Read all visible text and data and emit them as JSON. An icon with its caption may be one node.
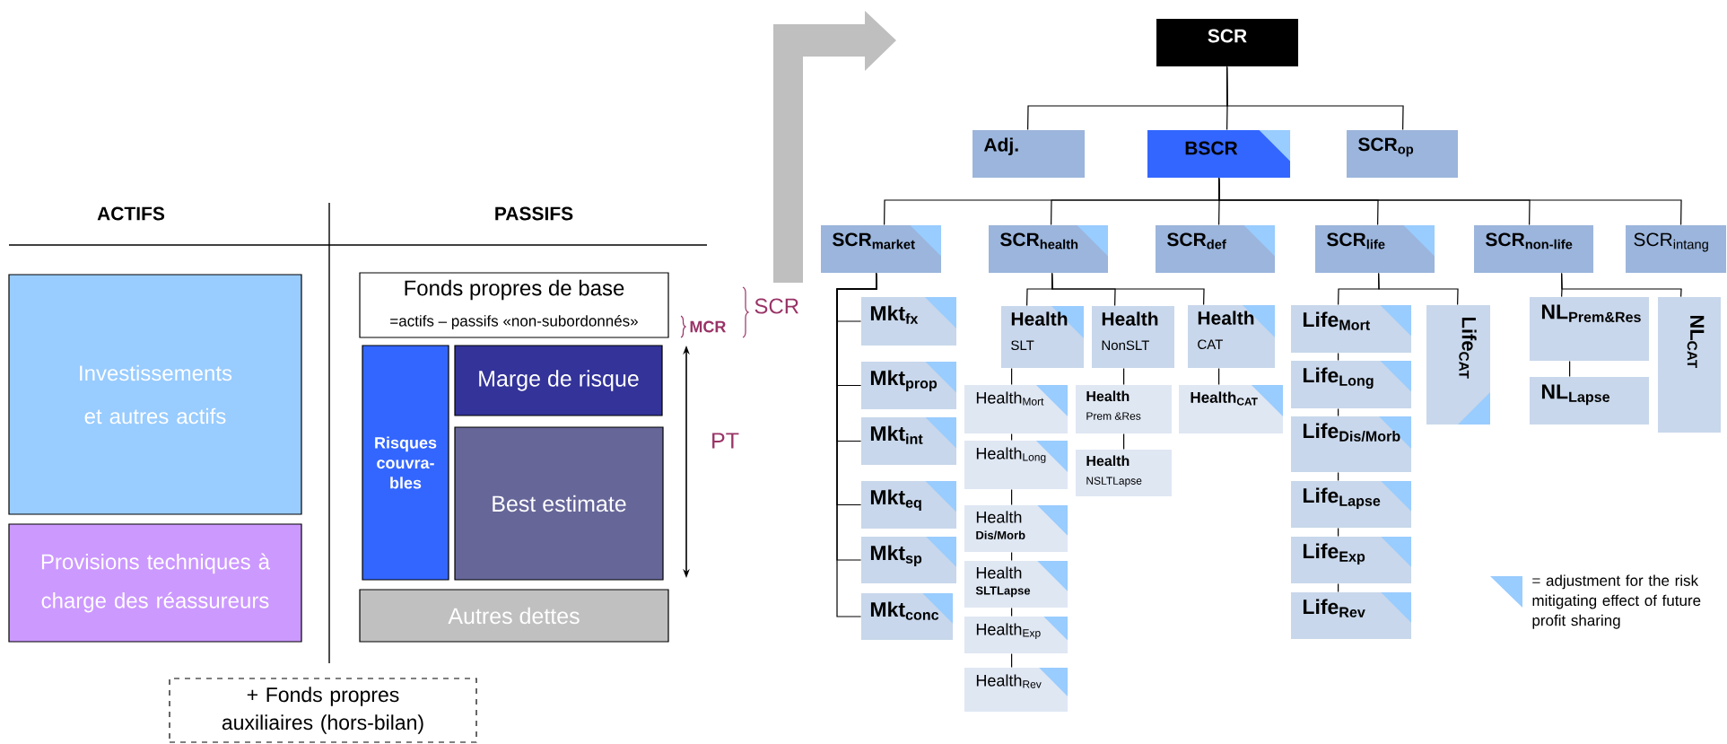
{
  "diagram": {
    "nodes": [
      {
        "text": [
          "Investissements et autres actifs"
        ]
      },
      {
        "text": [
          "Provisions techniques à charge des réassureurs"
        ]
      },
      {
        "text": [
          "Fonds propres de base",
          "=actifs – passifs «non-subordonnés»"
        ]
      },
      {
        "text": [
          "Risques couvra- bles"
        ]
      },
      {
        "text": [
          "Marge de risque"
        ]
      },
      {
        "text": [
          "Best estimate"
        ]
      },
      {
        "text": [
          "Autres dettes"
        ]
      },
      {
        "text": [
          "+ Fonds propres auxiliaires (hors-bilan)"
        ]
      },
      {
        "text": [
          "SCR"
        ]
      },
      {
        "text": [
          "Adj."
        ]
      },
      {
        "text": [
          "BSCR"
        ]
      },
      {
        "text": [
          "SCR$_{op}$"
        ]
      },
      {
        "text": [
          "SCR$_{market}$"
        ]
      },
      {
        "text": [
          "SCR$_{health}$"
        ]
      },
      {
        "text": [
          "SCR$_{def}$"
        ]
      },
      {
        "text": [
          "SCR$_{life}$"
        ]
      },
      {
        "text": [
          "SCR$_{non-life}$"
        ]
      },
      {
        "text": [
          "SCR$_{intang}$"
        ]
      },
      {
        "text": [
          "Mkt$_{fx}$"
        ]
      },
      {
        "text": [
          "Mkt$_{prop}$"
        ]
      },
      {
        "text": [
          "Mkt$_{int}$"
        ]
      },
      {
        "text": [
          "Mkt$_{eq}$"
        ]
      },
      {
        "text": [
          "Mkt$_{sp}$"
        ]
      },
      {
        "text": [
          "Mkt$_{conc}$"
        ]
      },
      {
        "text": [
          "Health",
          "SLT"
        ]
      },
      {
        "text": [
          "Health",
          "NonSLT"
        ]
      },
      {
        "text": [
          "Health",
          "CAT"
        ]
      },
      {
        "text": [
          "Health$_{Mort}$"
        ]
      },
      {
        "text": [
          "Health$_{Long}$"
        ]
      },
      {
        "text": [
          "Health",
          "Dis/Morb"
        ]
      },
      {
        "text": [
          "Health",
          "SLTLapse"
        ]
      },
      {
        "text": [
          "Health$_{Exp}$"
        ]
      },
      {
        "text": [
          "Health$_{Rev}$"
        ]
      },
      {
        "text": [
          "Health",
          "Prem &Res"
        ]
      },
      {
        "text": [
          "Health",
          "NSLTLapse"
        ]
      },
      {
        "text": [
          "Health$_{CAT}$"
        ]
      },
      {
        "text": [
          "Life$_{Mort}$"
        ]
      },
      {
        "text": [
          "Life$_{Long}$"
        ]
      },
      {
        "text": [
          "Life$_{Dis/Morb}$"
        ]
      },
      {
        "text": [
          "Life$_{Lapse}$"
        ]
      },
      {
        "text": [
          "Life$_{Exp}$"
        ]
      },
      {
        "text": [
          "Life$_{Rev}$"
        ]
      },
      {
        "text": [
          "Life$_{CAT}$"
        ]
      },
      {
        "text": [
          "NL$_{Prem&Res}$"
        ]
      },
      {
        "text": [
          "NL$_{Lapse}$"
        ]
      },
      {
        "text": [
          "NL$_{CAT}$"
        ]
      }
    ],
    "edges": [
      {
        "from": 8,
        "to": 9,
        "arrow": "none"
      },
      {
        "from": 8,
        "to": 10,
        "arrow": "none"
      },
      {
        "from": 8,
        "to": 11,
        "arrow": "none"
      },
      {
        "from": 10,
        "to": 12,
        "arrow": "none"
      },
      {
        "from": 10,
        "to": 13,
        "arrow": "none"
      },
      {
        "from": 10,
        "to": 14,
        "arrow": "none"
      },
      {
        "from": 10,
        "to": 15,
        "arrow": "none"
      },
      {
        "from": 10,
        "to": 16,
        "arrow": "none"
      },
      {
        "from": 10,
        "to": 17,
        "arrow": "none"
      },
      {
        "from": 12,
        "to": 18,
        "arrow": "none"
      },
      {
        "from": 12,
        "to": 19,
        "arrow": "none"
      },
      {
        "from": 12,
        "to": 20,
        "arrow": "none"
      },
      {
        "from": 12,
        "to": 21,
        "arrow": "none"
      },
      {
        "from": 12,
        "to": 22,
        "arrow": "none"
      },
      {
        "from": 12,
        "to": 23,
        "arrow": "none"
      },
      {
        "from": 13,
        "to": 24,
        "arrow": "none"
      },
      {
        "from": 13,
        "to": 25,
        "arrow": "none"
      },
      {
        "from": 13,
        "to": 26,
        "arrow": "none"
      },
      {
        "from": 24,
        "to": 27,
        "arrow": "none"
      },
      {
        "from": 27,
        "to": 28,
        "arrow": "none"
      },
      {
        "from": 28,
        "to": 29,
        "arrow": "none"
      },
      {
        "from": 29,
        "to": 30,
        "arrow": "none"
      },
      {
        "from": 30,
        "to": 31,
        "arrow": "none"
      },
      {
        "from": 31,
        "to": 32,
        "arrow": "none"
      },
      {
        "from": 25,
        "to": 33,
        "arrow": "none"
      },
      {
        "from": 33,
        "to": 34,
        "arrow": "none"
      },
      {
        "from": 26,
        "to": 35,
        "arrow": "none"
      },
      {
        "from": 15,
        "to": 36,
        "arrow": "none"
      },
      {
        "from": 36,
        "to": 37,
        "arrow": "none"
      },
      {
        "from": 37,
        "to": 38,
        "arrow": "none"
      },
      {
        "from": 38,
        "to": 39,
        "arrow": "none"
      },
      {
        "from": 39,
        "to": 40,
        "arrow": "none"
      },
      {
        "from": 40,
        "to": 41,
        "arrow": "none"
      },
      {
        "from": 15,
        "to": 42,
        "arrow": "none"
      },
      {
        "from": 16,
        "to": 43,
        "arrow": "none"
      },
      {
        "from": 43,
        "to": 44,
        "arrow": "none"
      },
      {
        "from": 16,
        "to": 45,
        "arrow": "none"
      }
    ],
    "labels": [
      "ACTIFS",
      "PASSIFS",
      "SCR",
      "MCR",
      "PT"
    ],
    "legend": [
      {
        "text": "= adjustment for the risk mitigating effect of future profit sharing",
        "color": "#99ccff"
      }
    ]
  }
}
